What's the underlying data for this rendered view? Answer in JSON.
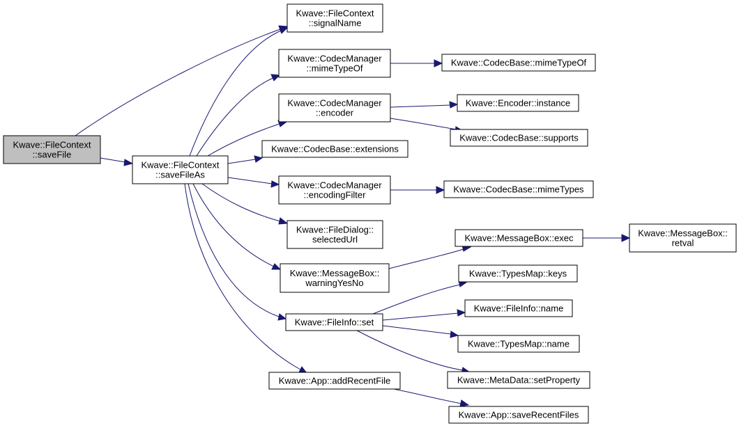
{
  "nodes": [
    {
      "id": "n_savefile",
      "name": "node-filecontext-savefile",
      "root": true,
      "lines": [
        "Kwave::FileContext",
        "::saveFile"
      ]
    },
    {
      "id": "n_savefileas",
      "name": "node-filecontext-savefileas",
      "lines": [
        "Kwave::FileContext",
        "::saveFileAs"
      ]
    },
    {
      "id": "n_signalname",
      "name": "node-filecontext-signalname",
      "lines": [
        "Kwave::FileContext",
        "::signalName"
      ]
    },
    {
      "id": "n_cm_mimetypeof",
      "name": "node-codecmanager-mimetypeof",
      "lines": [
        "Kwave::CodecManager",
        "::mimeTypeOf"
      ]
    },
    {
      "id": "n_cm_encoder",
      "name": "node-codecmanager-encoder",
      "lines": [
        "Kwave::CodecManager",
        "::encoder"
      ]
    },
    {
      "id": "n_cb_extensions",
      "name": "node-codecbase-extensions",
      "lines": [
        "Kwave::CodecBase::extensions"
      ]
    },
    {
      "id": "n_cm_encodingfilter",
      "name": "node-codecmanager-encodingfilter",
      "lines": [
        "Kwave::CodecManager",
        "::encodingFilter"
      ]
    },
    {
      "id": "n_filedialog",
      "name": "node-filedialog-selectedurl",
      "lines": [
        "Kwave::FileDialog::",
        "selectedUrl"
      ]
    },
    {
      "id": "n_warning",
      "name": "node-messagebox-warningyesno",
      "lines": [
        "Kwave::MessageBox::",
        "warningYesNo"
      ]
    },
    {
      "id": "n_fileinfo_set",
      "name": "node-fileinfo-set",
      "lines": [
        "Kwave::FileInfo::set"
      ]
    },
    {
      "id": "n_addrecent",
      "name": "node-app-addrecentfile",
      "lines": [
        "Kwave::App::addRecentFile"
      ]
    },
    {
      "id": "n_cb_mimetypeof",
      "name": "node-codecbase-mimetypeof",
      "lines": [
        "Kwave::CodecBase::mimeTypeOf"
      ]
    },
    {
      "id": "n_enc_instance",
      "name": "node-encoder-instance",
      "lines": [
        "Kwave::Encoder::instance"
      ]
    },
    {
      "id": "n_cb_supports",
      "name": "node-codecbase-supports",
      "lines": [
        "Kwave::CodecBase::supports"
      ]
    },
    {
      "id": "n_cb_mimetypes",
      "name": "node-codecbase-mimetypes",
      "lines": [
        "Kwave::CodecBase::mimeTypes"
      ]
    },
    {
      "id": "n_mb_exec",
      "name": "node-messagebox-exec",
      "lines": [
        "Kwave::MessageBox::exec"
      ]
    },
    {
      "id": "n_mb_retval",
      "name": "node-messagebox-retval",
      "lines": [
        "Kwave::MessageBox::",
        "retval"
      ]
    },
    {
      "id": "n_tm_keys",
      "name": "node-typesmap-keys",
      "lines": [
        "Kwave::TypesMap::keys"
      ]
    },
    {
      "id": "n_fi_name",
      "name": "node-fileinfo-name",
      "lines": [
        "Kwave::FileInfo::name"
      ]
    },
    {
      "id": "n_tm_name",
      "name": "node-typesmap-name",
      "lines": [
        "Kwave::TypesMap::name"
      ]
    },
    {
      "id": "n_md_setproperty",
      "name": "node-metadata-setproperty",
      "lines": [
        "Kwave::MetaData::setProperty"
      ]
    },
    {
      "id": "n_saverecent",
      "name": "node-app-saverecentfiles",
      "lines": [
        "Kwave::App::saveRecentFiles"
      ]
    }
  ],
  "edges": [
    {
      "from": "n_savefile",
      "to": "n_savefileas"
    },
    {
      "from": "n_savefile",
      "to": "n_signalname"
    },
    {
      "from": "n_savefileas",
      "to": "n_signalname"
    },
    {
      "from": "n_savefileas",
      "to": "n_cm_mimetypeof"
    },
    {
      "from": "n_savefileas",
      "to": "n_cm_encoder"
    },
    {
      "from": "n_savefileas",
      "to": "n_cb_extensions"
    },
    {
      "from": "n_savefileas",
      "to": "n_cm_encodingfilter"
    },
    {
      "from": "n_savefileas",
      "to": "n_filedialog"
    },
    {
      "from": "n_savefileas",
      "to": "n_warning"
    },
    {
      "from": "n_savefileas",
      "to": "n_fileinfo_set"
    },
    {
      "from": "n_savefileas",
      "to": "n_addrecent"
    },
    {
      "from": "n_cm_mimetypeof",
      "to": "n_cb_mimetypeof"
    },
    {
      "from": "n_cm_encoder",
      "to": "n_enc_instance"
    },
    {
      "from": "n_cm_encoder",
      "to": "n_cb_supports"
    },
    {
      "from": "n_cm_encodingfilter",
      "to": "n_cb_mimetypes"
    },
    {
      "from": "n_warning",
      "to": "n_mb_exec"
    },
    {
      "from": "n_mb_exec",
      "to": "n_mb_retval"
    },
    {
      "from": "n_fileinfo_set",
      "to": "n_tm_keys"
    },
    {
      "from": "n_fileinfo_set",
      "to": "n_fi_name"
    },
    {
      "from": "n_fileinfo_set",
      "to": "n_tm_name"
    },
    {
      "from": "n_fileinfo_set",
      "to": "n_md_setproperty"
    },
    {
      "from": "n_addrecent",
      "to": "n_saverecent"
    }
  ],
  "colors": {
    "edge": "#191970",
    "root_fill": "#bfbfbf",
    "node_fill": "#ffffff",
    "node_border": "#000000"
  }
}
